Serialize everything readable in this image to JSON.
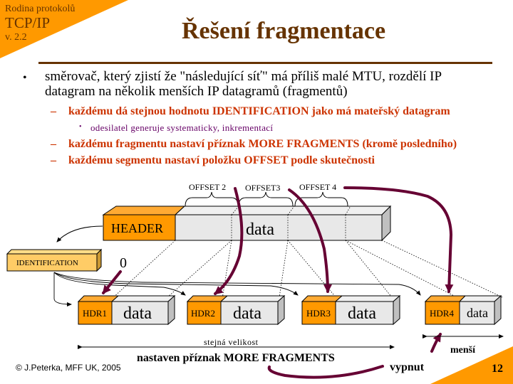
{
  "header": {
    "series_line1": "Rodina protokolů",
    "series_line2": "TCP/IP",
    "series_line3": "v. 2.2",
    "title": "Řešení fragmentace"
  },
  "colors": {
    "accent_orange": "#ff9900",
    "title_brown": "#663300",
    "sub_red": "#cc3300",
    "sub_purple": "#660066",
    "arrow_maroon": "#660033",
    "header_box_light": "#ffcc66",
    "data_box": "#e8e8e8"
  },
  "bullets": {
    "b1": "směrovač, který zjistí že \"následující síť\" má příliš malé MTU, rozdělí IP datagram na několik menších IP datagramů (fragmentů)",
    "b2": "každému dá stejnou hodnotu IDENTIFICATION jako má mateřský datagram",
    "b3": "odesilatel generuje systematicky, inkrementací",
    "b4": "každému fragmentu nastaví příznak MORE FRAGMENTS (kromě posledního)",
    "b5": "každému segmentu nastaví položku OFFSET podle skutečnosti",
    "bullet_glyph": "•",
    "dash_glyph": "–",
    "small_bullet_glyph": "•"
  },
  "diagram": {
    "offset_labels": [
      "OFFSET 2",
      "OFFSET3",
      "OFFSET 4"
    ],
    "original": {
      "header": "HEADER",
      "data": "data"
    },
    "identification": "IDENTIFICATION",
    "zero_label": "0",
    "fragments": [
      {
        "header": "HDR1",
        "data": "data"
      },
      {
        "header": "HDR2",
        "data": "data"
      },
      {
        "header": "HDR3",
        "data": "data"
      },
      {
        "header": "HDR4",
        "data": "data"
      }
    ],
    "same_size_label": "stejná velikost",
    "more_fragments_label": "nastaven příznak MORE FRAGMENTS",
    "off_label": "vypnut",
    "smaller_label": "menší"
  },
  "footer": {
    "copyright": "© J.Peterka, MFF UK, 2005",
    "page_number": "12"
  }
}
